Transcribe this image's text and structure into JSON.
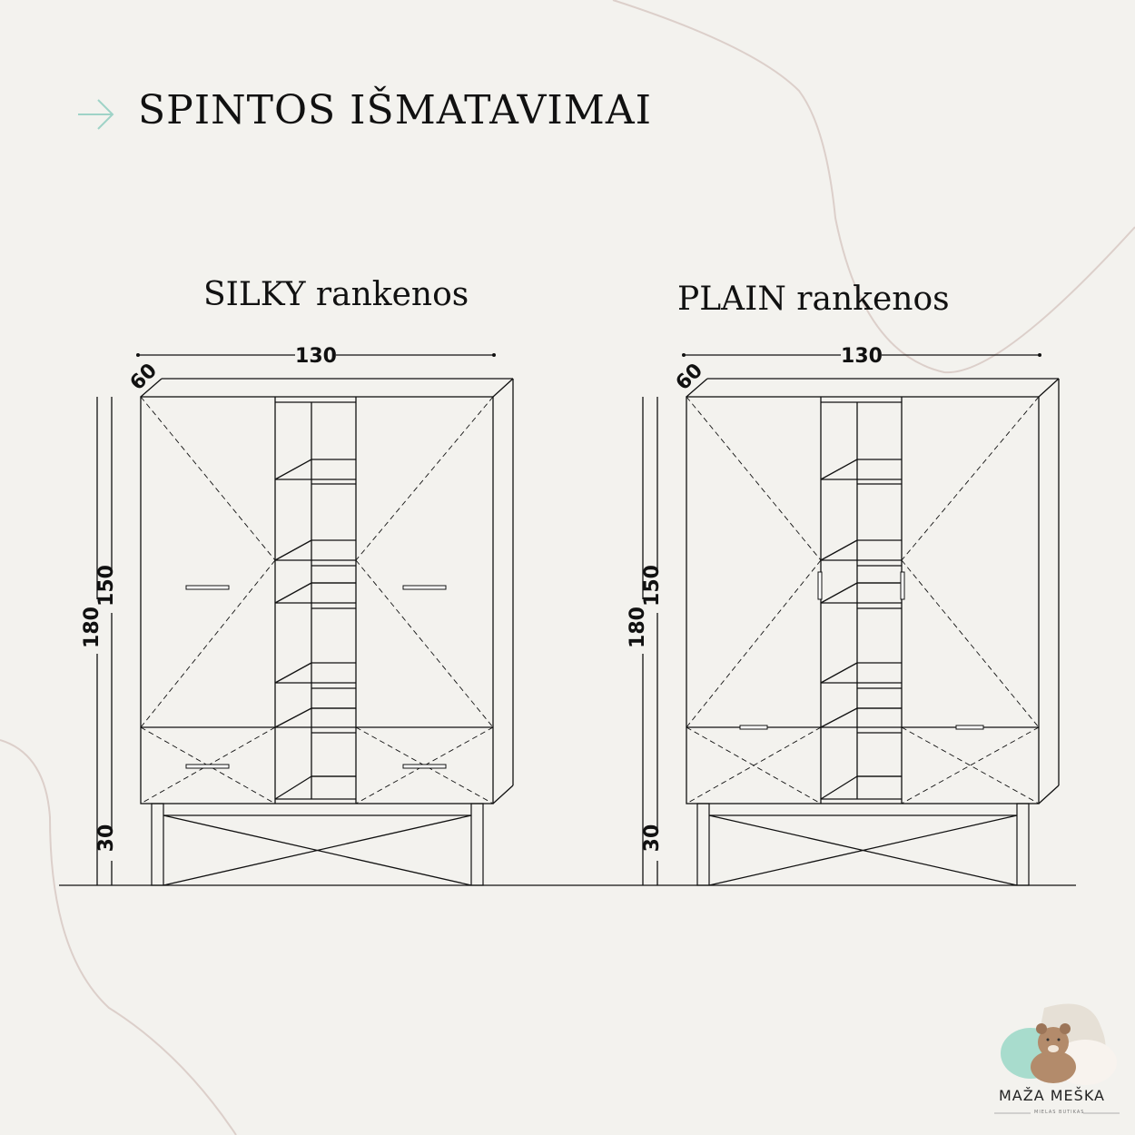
{
  "header": {
    "title": "SPINTOS IŠMATAVIMAI",
    "arrow_icon": "arrow-right-icon"
  },
  "variants": [
    {
      "label": "SILKY rankenos",
      "width": "130",
      "depth": "60",
      "height_total": "180",
      "height_body": "150",
      "height_legs": "30",
      "handles": "silky"
    },
    {
      "label": "PLAIN rankenos",
      "width": "130",
      "depth": "60",
      "height_total": "180",
      "height_body": "150",
      "height_legs": "30",
      "handles": "plain"
    }
  ],
  "logo": {
    "name": "MAŽA MEŠKA",
    "tagline": "MIELAS BUTIKAS"
  },
  "colors": {
    "background": "#f3f2ee",
    "accent": "#9fd3c7",
    "line": "#111111",
    "curve": "#dccfca"
  }
}
